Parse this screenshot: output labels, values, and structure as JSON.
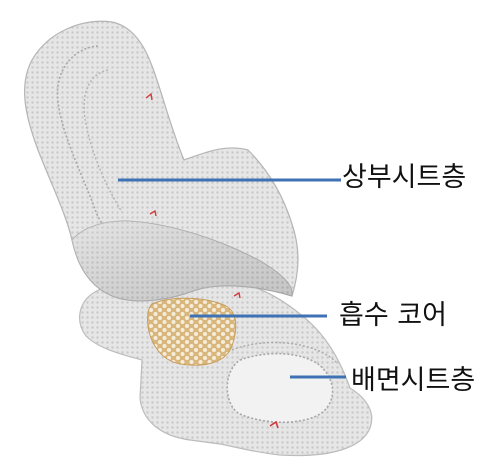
{
  "diagram": {
    "labels": {
      "top_sheet": "상부시트층",
      "absorbent_core": "흡수 코어",
      "back_sheet": "배면시트층"
    },
    "colors": {
      "leader_line": "#3f72b5",
      "sheet_fill": "#e4e4e4",
      "sheet_edge": "#b9b9b9",
      "core_fill": "#d8b47b",
      "core_dot": "#f4ecd8",
      "accent_mark": "#d23a3a"
    }
  }
}
